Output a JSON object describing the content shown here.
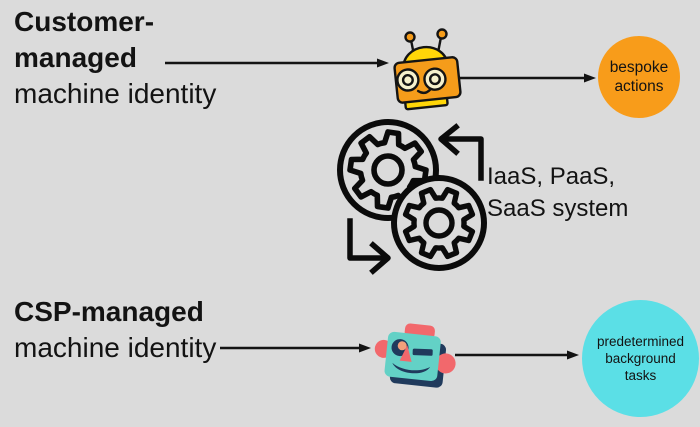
{
  "canvas": {
    "background": "#DBDBDB",
    "ink": "#131313"
  },
  "top_flow": {
    "title_lines": [
      "Customer-",
      "managed",
      "machine identity"
    ],
    "robot_icon": "orange-robot-icon",
    "result_color": "#F89C1A",
    "result_lines": [
      "bespoke",
      "actions"
    ]
  },
  "center_system": {
    "icon": "gears-sync-icon",
    "label_lines": [
      "IaaS, PaaS,",
      "SaaS system"
    ]
  },
  "bottom_flow": {
    "title_lines": [
      "CSP-managed",
      "machine identity"
    ],
    "robot_icon": "teal-robot-icon",
    "result_color": "#5BDFE6",
    "result_lines": [
      "predetermined",
      "background",
      "tasks"
    ]
  }
}
